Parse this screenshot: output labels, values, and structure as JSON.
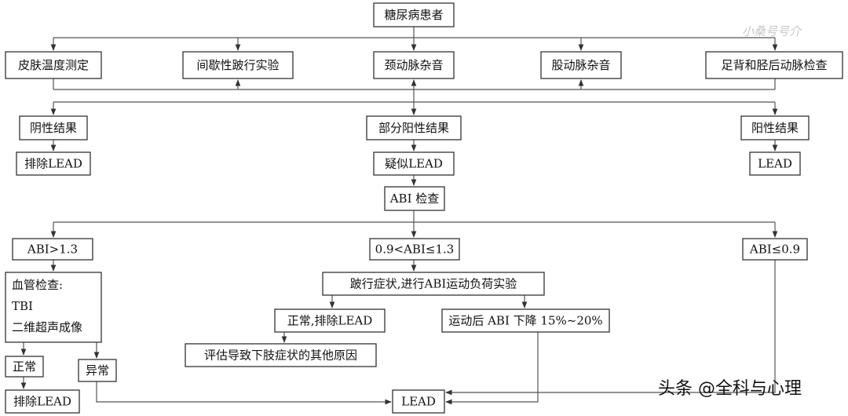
{
  "diagram": {
    "nodes": {
      "root": "糖尿病患者",
      "skin_temp": "皮肤温度测定",
      "claudication_test": "间歇性跛行实验",
      "carotid_bruit": "颈动脉杂音",
      "femoral_bruit": "股动脉杂音",
      "foot_pulse": "足背和胫后动脉检查",
      "negative": "阴性结果",
      "partial_positive": "部分阳性结果",
      "positive": "阳性结果",
      "exclude_lead_1": "排除LEAD",
      "suspect_lead": "疑似LEAD",
      "lead_1": "LEAD",
      "abi_check": "ABI 检查",
      "abi_high": "ABI>1.3",
      "abi_normal": "0.9<ABI≤1.3",
      "abi_low": "ABI≤0.9",
      "vascular_title": "血管检查:",
      "vascular_tbi": "TBI",
      "vascular_imaging": "二维超声成像",
      "stress_test": "跛行症状,进行ABI运动负荷实验",
      "normal_exclude": "正常,排除LEAD",
      "abi_drop": "运动后 ABI 下降 15%~20%",
      "evaluate_other": "评估导致下肢症状的其他原因",
      "normal": "正常",
      "abnormal": "异常",
      "exclude_lead_2": "排除LEAD",
      "lead_final": "LEAD"
    }
  },
  "watermark": {
    "bottom": "头条 @全科与心理",
    "top": "小桑号号介"
  }
}
